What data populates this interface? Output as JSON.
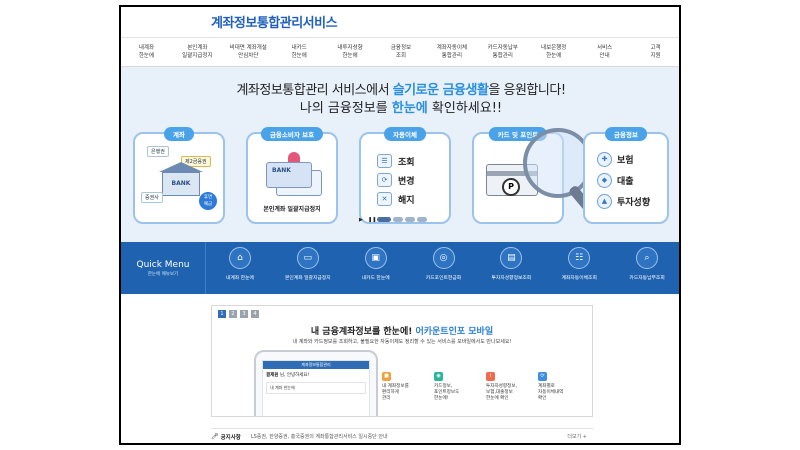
{
  "header": {
    "logo": "계좌정보통합관리서비스",
    "nav": [
      "내계좌\n한눈에",
      "본인계좌\n일괄지급정지",
      "비대면 계좌개설\n안심차단",
      "내카드\n한눈에",
      "내투자성향\n한눈에",
      "금융정보\n조회",
      "계좌자동이체\n통합관리",
      "카드자동납부\n통합관리",
      "내보은행정\n한눈에",
      "서비스\n안내",
      "고객\n지원"
    ]
  },
  "hero": {
    "line1_pre": "계좌정보통합관리 서비스에서 ",
    "line1_hl": "슬기로운 금융생활",
    "line1_post": "을 응원합니다!",
    "line2_pre": "나의 금융정보를 ",
    "line2_hl": "한눈에",
    "line2_post": " 확인하세요!!",
    "cards": {
      "account": {
        "title": "계좌",
        "labels": [
          "은행권",
          "제2금융권",
          "증권사",
          "BANK",
          "휴면\n예금"
        ]
      },
      "consumer": {
        "title": "금융소비자 보호",
        "bank": "BANK",
        "caption": "본인계좌 일괄지급정지"
      },
      "auto": {
        "title": "자동이체",
        "items": [
          "조회",
          "변경",
          "해지"
        ]
      },
      "card": {
        "title": "카드 및 포인트",
        "coin": "P"
      },
      "finance": {
        "title": "금융정보",
        "items": [
          "보험",
          "대출",
          "투자성향"
        ]
      }
    },
    "pager": {
      "play": "▶",
      "pause": "❚❚"
    }
  },
  "quick_menu": {
    "title": "Quick Menu",
    "subtitle": "한눈에 메뉴보기",
    "items": [
      "내계좌 한눈에",
      "본인계좌 일괄지급정지",
      "내카드 한눈에",
      "카드포인트현금화",
      "투자자성향정보조회",
      "계좌자동이체조회",
      "카드자동납부조회"
    ]
  },
  "promo": {
    "pages": [
      "1",
      "2",
      "3",
      "4"
    ],
    "title_pre": "내 금융계좌정보를 한눈에! ",
    "title_hl": "어카운트인포 모바일",
    "subtitle": "내 계좌와 카드정보를 조회하고, 불필요한 자동이체도 정리할 수 있는 서비스를 모바일에서도 만나보세요!",
    "phone": {
      "bar": "계좌정보통합관리",
      "user_name": "결제원",
      "user_suffix": " 님, 안녕하세요!",
      "box": "내 계좌 한눈에"
    },
    "features": [
      {
        "text": "내 계좌정보를\n편리하게\n관리",
        "color": "#f0a23a"
      },
      {
        "text": "카드정보,\n포인트정보도\n한눈에!",
        "color": "#2cb59b"
      },
      {
        "text": "투자자성향정보,\n보험,대출정보\n한눈에 확인",
        "color": "#ee6b4d"
      },
      {
        "text": "계좌별로\n자동이체내역\n확인",
        "color": "#3d8de0"
      }
    ]
  },
  "notice": {
    "label": "공지사항",
    "text": "LS증권, 한양증권, 흥국증권의 계좌통합관리서비스 일시중단 안내",
    "more": "더보기 +"
  }
}
